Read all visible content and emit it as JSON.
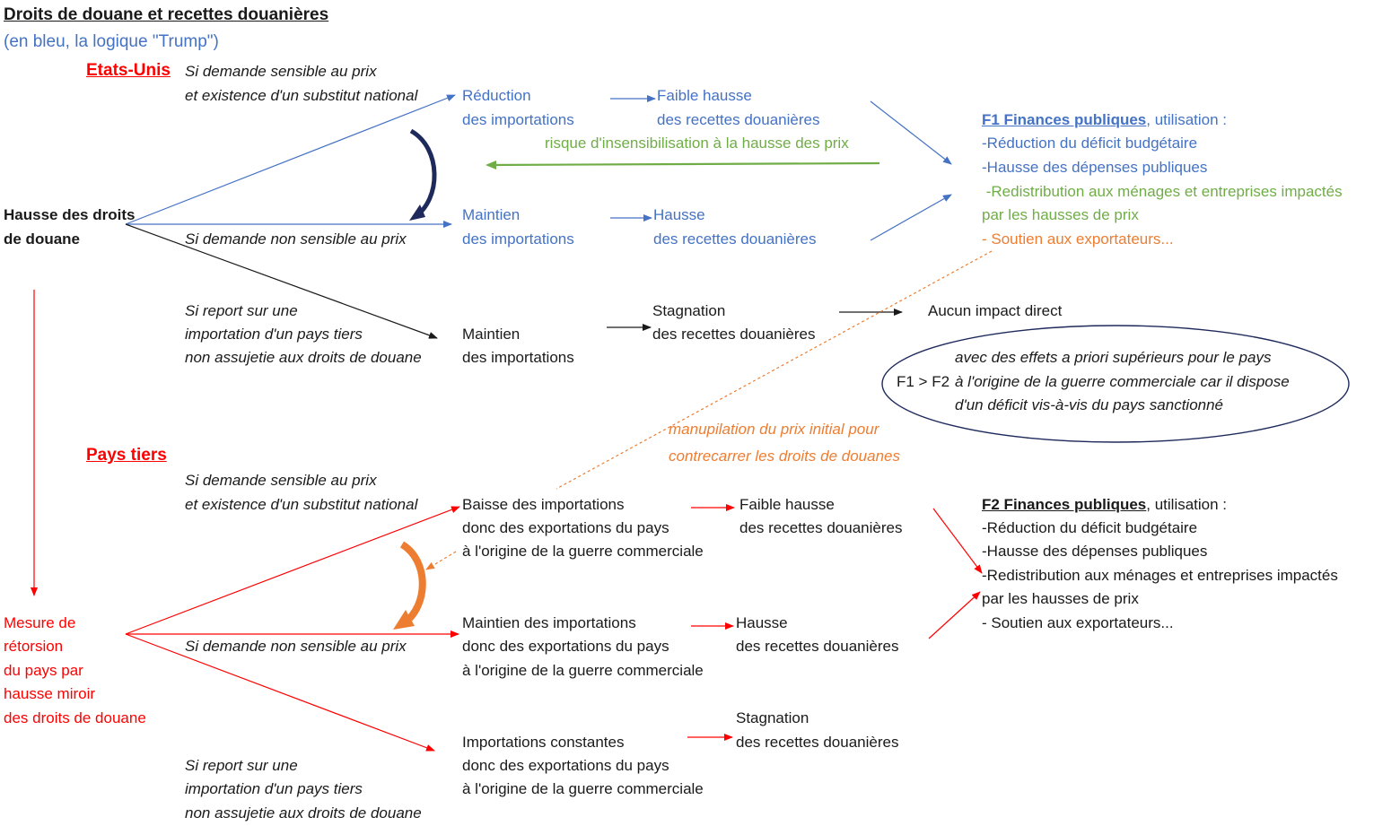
{
  "header": {
    "title": "Droits de douane et recettes douanières",
    "subtitle": "(en bleu, la logique \"Trump\")"
  },
  "us": {
    "heading": "Etats-Unis",
    "start": [
      "Hausse des droits",
      "de douane"
    ],
    "cond_sensitive": [
      "Si demande sensible au prix",
      "et existence d'un substitut national"
    ],
    "cond_not_sensitive": "Si demande non sensible au prix",
    "cond_third": [
      "Si report sur une",
      "importation d'un pays tiers",
      "non assujetie aux droits de douane"
    ],
    "reduction": [
      "Réduction",
      "des importations"
    ],
    "low_rise": [
      "Faible hausse",
      "des recettes douanières"
    ],
    "risk": "risque d'insensibilisation à la hausse des prix",
    "maintain": [
      "Maintien",
      "des importations"
    ],
    "rise": [
      "Hausse",
      "des recettes douanières"
    ],
    "maintain_third": [
      "Maintien",
      "des importations"
    ],
    "stagnation": [
      "Stagnation",
      "des recettes douanières"
    ],
    "no_impact": "Aucun impact direct"
  },
  "f1": {
    "label": "F1 Finances publiques",
    "suffix": ", utilisation :",
    "items_blue": [
      "-Réduction du déficit budgétaire",
      "-Hausse des dépenses publiques"
    ],
    "items_green": [
      " -Redistribution aux ménages et entreprises impactés",
      "par les hausses de prix"
    ],
    "item_orange": "- Soutien aux exportateurs..."
  },
  "ellipse": {
    "lines": [
      "avec des effets a priori supérieurs pour le pays",
      "à l'origine de la guerre commerciale car il dispose",
      "d'un déficit vis-à-vis du pays sanctionné"
    ],
    "compare": "F1 > F2"
  },
  "manipulation": [
    "manupilation du prix initial pour",
    "contrecarrer les droits de douanes"
  ],
  "third": {
    "heading": "Pays tiers",
    "start": [
      "Mesure de",
      "rétorsion",
      "du pays par",
      "hausse miroir",
      "des droits de douane"
    ],
    "cond_sensitive": [
      "Si demande sensible au prix",
      "et existence d'un substitut national"
    ],
    "cond_not_sensitive": "Si demande non sensible au prix",
    "cond_third": [
      "Si report sur une",
      "importation d'un pays tiers",
      "non assujetie aux droits de douane"
    ],
    "decrease": [
      "Baisse des importations",
      "donc des exportations du pays",
      "à l'origine de la guerre commerciale"
    ],
    "low_rise": [
      "Faible hausse",
      "des recettes douanières"
    ],
    "maintain": [
      "Maintien des importations",
      "donc des exportations du pays",
      "à l'origine de la guerre commerciale"
    ],
    "rise": [
      "Hausse",
      "des recettes douanières"
    ],
    "constant": [
      "Importations constantes",
      "donc des exportations du pays",
      "à l'origine de la guerre commerciale"
    ],
    "stagnation": [
      "Stagnation",
      "des recettes douanières"
    ]
  },
  "f2": {
    "label": "F2 Finances publiques",
    "suffix": ", utilisation :",
    "items": [
      "-Réduction du déficit budgétaire",
      "-Hausse des dépenses publiques",
      "-Redistribution aux ménages et entreprises impactés",
      "par les hausses de prix",
      "- Soutien aux exportateurs..."
    ]
  },
  "colors": {
    "blue": "#4472c4",
    "green": "#70ad47",
    "orange": "#ed7d31",
    "red": "#ff0000",
    "dark": "#1a1a1a",
    "navy": "#1f2a5c"
  }
}
